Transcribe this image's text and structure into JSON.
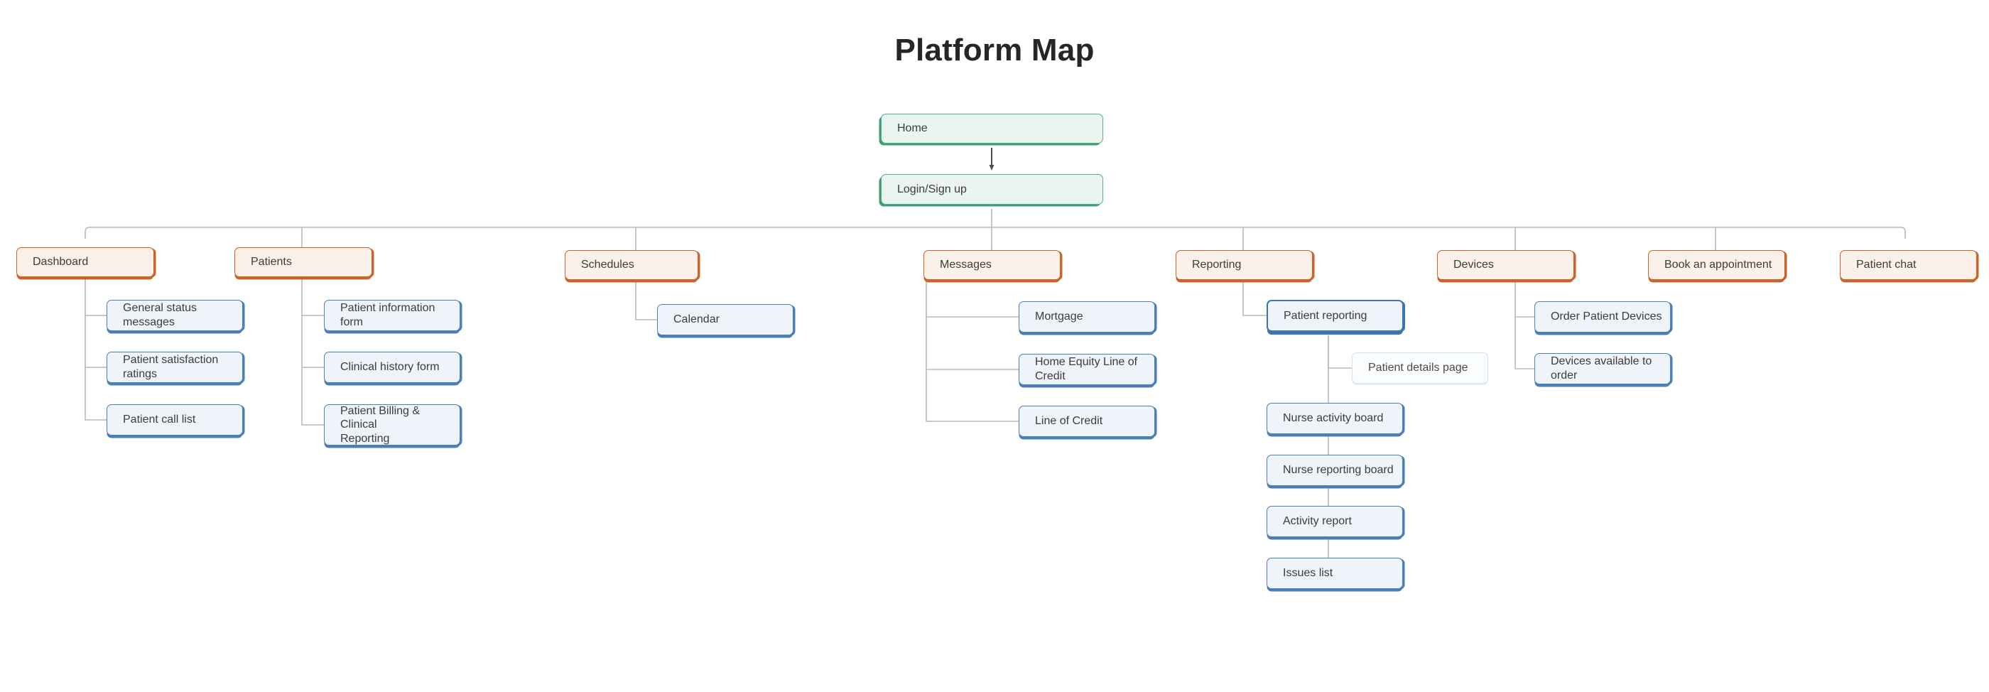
{
  "page": {
    "title": "Platform Map",
    "background_color": "#ffffff",
    "title_color": "#262626"
  },
  "palette": {
    "green_fill": "#eaf5ef",
    "green_border": "#57b088",
    "green_shadow": "#3f9d74",
    "orange_fill": "#fbf1e9",
    "orange_border": "#c9652c",
    "blue_fill": "#eff4fa",
    "blue_border": "#4c81b8",
    "blue_selected_border": "#3b74ae",
    "ghost_border": "#cfe0f0",
    "connector_line": "#b9b9b9",
    "arrow_color": "#4d4d4d",
    "text_color": "#3c3c3c"
  },
  "diagram": {
    "type": "sitemap-tree",
    "root": {
      "label": "Home",
      "style": "green"
    },
    "entry": {
      "label": "Login/Sign up",
      "style": "green"
    },
    "sections": [
      {
        "label": "Dashboard",
        "style": "orange",
        "children": [
          {
            "label": "General status messages",
            "style": "blue"
          },
          {
            "label": "Patient satisfaction ratings",
            "style": "blue"
          },
          {
            "label": "Patient call list",
            "style": "blue"
          }
        ]
      },
      {
        "label": "Patients",
        "style": "orange",
        "children": [
          {
            "label": "Patient information form",
            "style": "blue"
          },
          {
            "label": "Clinical history form",
            "style": "blue"
          },
          {
            "label": "Patient Billing & Clinical Reporting",
            "style": "blue"
          }
        ]
      },
      {
        "label": "Schedules",
        "style": "orange",
        "children": [
          {
            "label": "Calendar",
            "style": "blue"
          }
        ]
      },
      {
        "label": "Messages",
        "style": "orange",
        "children": [
          {
            "label": "Mortgage",
            "style": "blue"
          },
          {
            "label": "Home Equity Line of Credit",
            "style": "blue"
          },
          {
            "label": "Line of Credit",
            "style": "blue"
          }
        ]
      },
      {
        "label": "Reporting",
        "style": "orange",
        "children": [
          {
            "label": "Patient reporting",
            "style": "blue-selected"
          },
          {
            "label": "Patient details page",
            "style": "blue-ghost"
          },
          {
            "label": "Nurse activity board",
            "style": "blue"
          },
          {
            "label": "Nurse reporting board",
            "style": "blue"
          },
          {
            "label": "Activity report",
            "style": "blue"
          },
          {
            "label": "Issues list",
            "style": "blue"
          }
        ]
      },
      {
        "label": "Devices",
        "style": "orange",
        "children": [
          {
            "label": "Order Patient Devices",
            "style": "blue"
          },
          {
            "label": "Devices available to order",
            "style": "blue"
          }
        ]
      },
      {
        "label": "Book an appointment",
        "style": "orange",
        "children": []
      },
      {
        "label": "Patient chat",
        "style": "orange",
        "children": []
      }
    ]
  },
  "nodes": {
    "home": "Home",
    "login": "Login/Sign up",
    "dashboard": "Dashboard",
    "patients": "Patients",
    "schedules": "Schedules",
    "messages": "Messages",
    "reporting": "Reporting",
    "devices": "Devices",
    "book_appointment": "Book an appointment",
    "patient_chat": "Patient chat",
    "general_status_messages": "General status messages",
    "patient_satisfaction_ratings": "Patient satisfaction ratings",
    "patient_call_list": "Patient call list",
    "patient_information_form": "Patient information form",
    "clinical_history_form": "Clinical history form",
    "patient_billing_clinical_reporting": "Patient Billing & Clinical\nReporting",
    "calendar": "Calendar",
    "mortgage": "Mortgage",
    "home_equity_line_of_credit": "Home Equity Line of Credit",
    "line_of_credit": "Line of Credit",
    "patient_reporting": "Patient reporting",
    "patient_details_page": "Patient details page",
    "nurse_activity_board": "Nurse activity board",
    "nurse_reporting_board": "Nurse reporting board",
    "activity_report": "Activity report",
    "issues_list": "Issues list",
    "order_patient_devices": "Order Patient Devices",
    "devices_available_to_order": "Devices available to order"
  }
}
